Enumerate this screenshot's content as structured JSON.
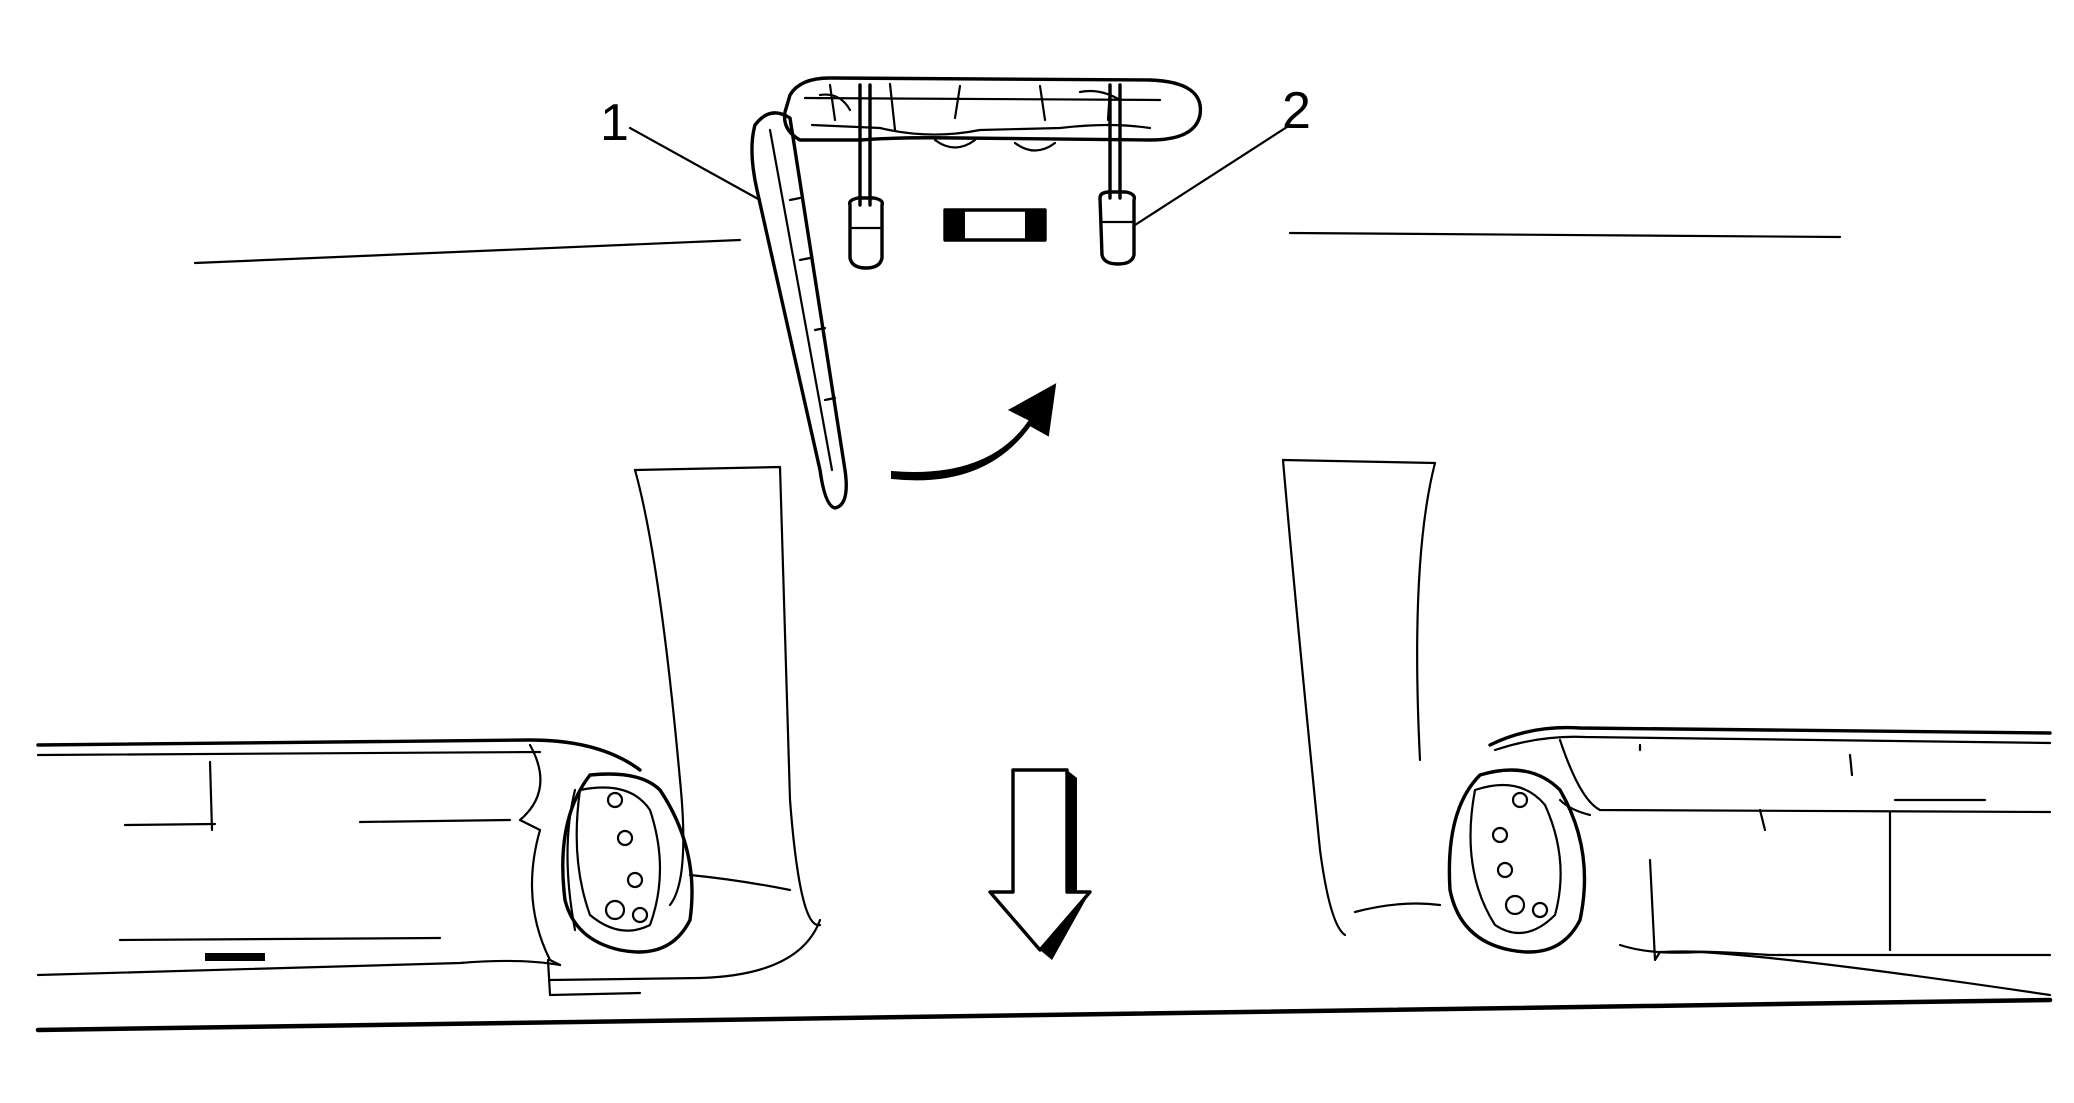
{
  "callouts": [
    {
      "id": "1",
      "label": "1"
    },
    {
      "id": "2",
      "label": "2"
    }
  ],
  "colors": {
    "line": "#000000",
    "background": "#ffffff"
  },
  "icons": {
    "rotation_arrow": "curved-arrow-icon",
    "direction_arrow": "down-arrow-icon"
  }
}
